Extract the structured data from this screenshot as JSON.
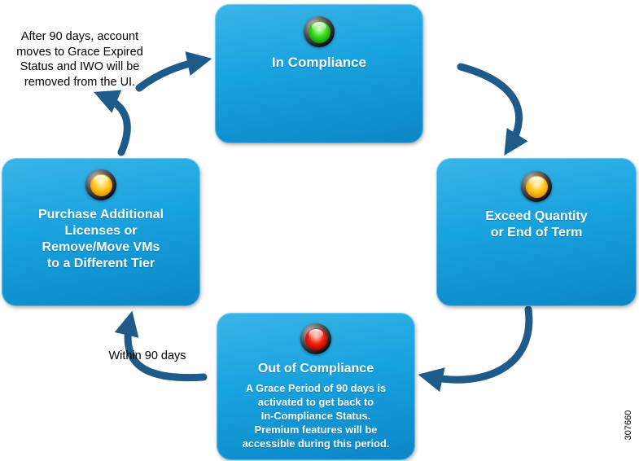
{
  "diagram": {
    "nodes": {
      "in_compliance": {
        "title": "In Compliance",
        "status_color": "green"
      },
      "exceed": {
        "title": "Exceed Quantity\nor End of Term",
        "status_color": "yellow"
      },
      "out_of_compliance": {
        "title": "Out of Compliance",
        "body": "A Grace Period of 90 days is\nactivated to get back to\nIn-Compliance Status.\nPremium features will be\naccessible during this period.",
        "status_color": "red"
      },
      "purchase": {
        "title": "Purchase Additional\nLicenses or\nRemove/Move VMs\nto a Different Tier",
        "status_color": "yellow"
      }
    },
    "annotations": {
      "grace_expired_note": "After 90 days, account\nmoves to Grace Expired\nStatus and IWO will be\nremoved from the UI.",
      "within_90_days": "Within 90 days",
      "figure_number": "307660"
    },
    "colors": {
      "box_gradient_top": "#3ab5e9",
      "box_gradient_bottom": "#0c86c6",
      "arrow": "#1e5b8b",
      "led_green": "#3ad81f",
      "led_yellow": "#ffc513",
      "led_red": "#f21d05"
    }
  }
}
